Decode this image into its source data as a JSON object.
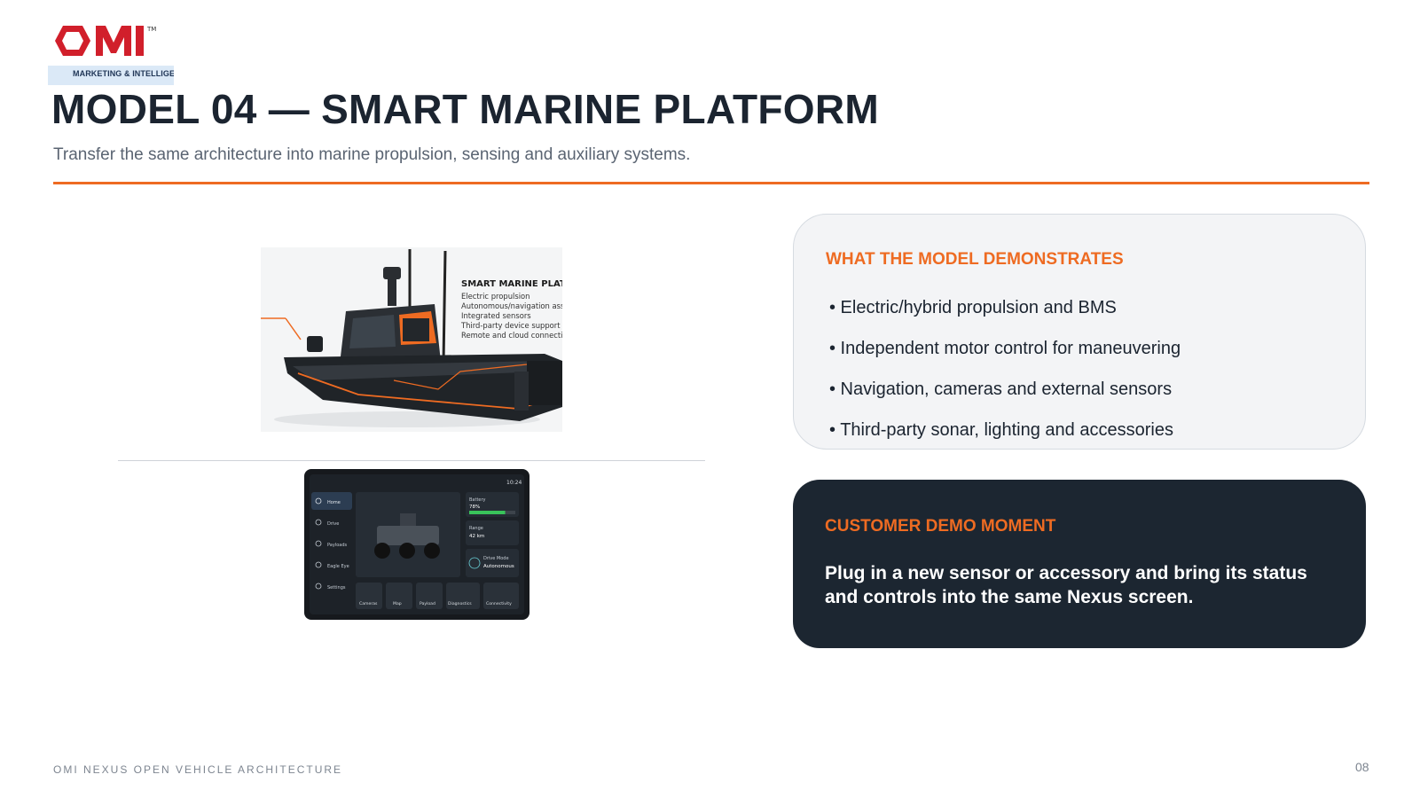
{
  "logo": {
    "brand": "OMI",
    "tagline": "MARKETING & INTELLIGEN",
    "trademark": "TM",
    "brand_color": "#d11f2b"
  },
  "header": {
    "title": "MODEL 04 — SMART MARINE PLATFORM",
    "subtitle": "Transfer the same architecture into marine propulsion, sensing and auxiliary systems."
  },
  "boat_image": {
    "caption_title": "SMART MARINE PLATF",
    "caption_items": [
      "Electric propulsion",
      "Autonomous/navigation ass",
      "Integrated sensors",
      "Third-party device support",
      "Remote and cloud connectiv"
    ]
  },
  "tablet_image": {
    "time": "10:24",
    "nav_items": [
      "Home",
      "Drive",
      "Payloads",
      "Eagle Eye",
      "Settings"
    ],
    "battery_label": "Battery",
    "battery_value": "78%",
    "battery_level": 0.78,
    "range_label": "Range",
    "range_value": "42 km",
    "drive_mode_label": "Drive Mode",
    "drive_mode_value": "Autonomous",
    "bottom_buttons": [
      "Cameras",
      "Map",
      "Payload",
      "Diagnostics",
      "Connectivity"
    ]
  },
  "demonstrates": {
    "heading": "WHAT THE MODEL DEMONSTRATES",
    "bullets": [
      "• Electric/hybrid propulsion and BMS",
      "• Independent motor control for maneuvering",
      "• Navigation, cameras and external sensors",
      "• Third-party sonar, lighting and accessories"
    ]
  },
  "demo_moment": {
    "heading": "CUSTOMER DEMO MOMENT",
    "text": "Plug in a new sensor or accessory and bring its status and controls into the same Nexus screen."
  },
  "footer": {
    "label": "OMI NEXUS OPEN VEHICLE ARCHITECTURE",
    "page_number": "08"
  },
  "colors": {
    "accent": "#ee6b22",
    "dark_panel": "#1c2631",
    "light_panel": "#f3f4f6",
    "title_text": "#1b2430"
  }
}
